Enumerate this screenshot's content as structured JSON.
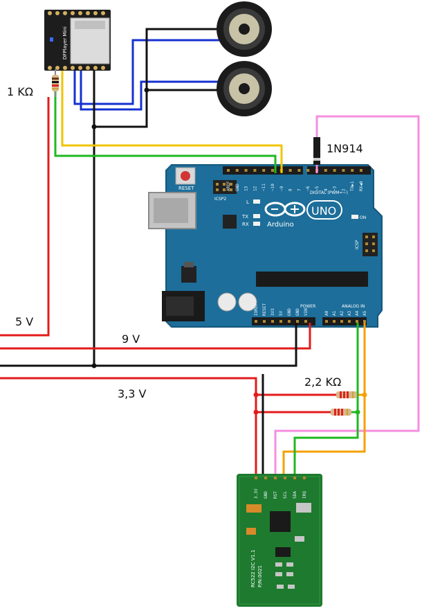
{
  "labels": {
    "resistor_1k": "1 KΩ",
    "diode": "1N914",
    "v5": "5 V",
    "v9": "9 V",
    "v33": "3,3 V",
    "resistor_2k2": "2,2 KΩ"
  },
  "dfplayer": {
    "name": "DFPlayer Mini"
  },
  "arduino": {
    "logo_text": "Arduino",
    "model": "UNO",
    "reset": "RESET",
    "icsp2": "ICSP2",
    "icsp": "ICSP",
    "led_l": "L",
    "led_tx": "TX",
    "led_rx": "RX",
    "led_on": "ON",
    "digital_header": "DIGITAL (PWM=~)",
    "power_header": "POWER",
    "analog_header": "ANALOG IN",
    "top_pins": [
      "AREF",
      "GND",
      "13",
      "12",
      "~11",
      "~10",
      "~9",
      "8",
      "7",
      "~6",
      "~5",
      "4",
      "~3",
      "2",
      "TX▶1",
      "RX◀0"
    ],
    "power_pins": [
      "IOREF",
      "RESET",
      "3V3",
      "5V",
      "GND",
      "GND",
      "VIN"
    ],
    "analog_pins": [
      "A0",
      "A1",
      "A2",
      "A3",
      "A4",
      "A5"
    ]
  },
  "rfid": {
    "pins": [
      "3.3V",
      "GND",
      "RST",
      "SCL",
      "SDA",
      "IRQ"
    ],
    "silk": "RC522 I2C V1.1",
    "code": "P/N:0021"
  },
  "colors": {
    "red": "#e31b1b",
    "black": "#111111",
    "blue": "#1530d0",
    "yellow": "#f0c400",
    "green": "#1fb81f",
    "pink": "#f58ee0",
    "orange": "#f5a000",
    "board_blue": "#1d6e9a",
    "pcb_green": "#1e7a2e"
  }
}
